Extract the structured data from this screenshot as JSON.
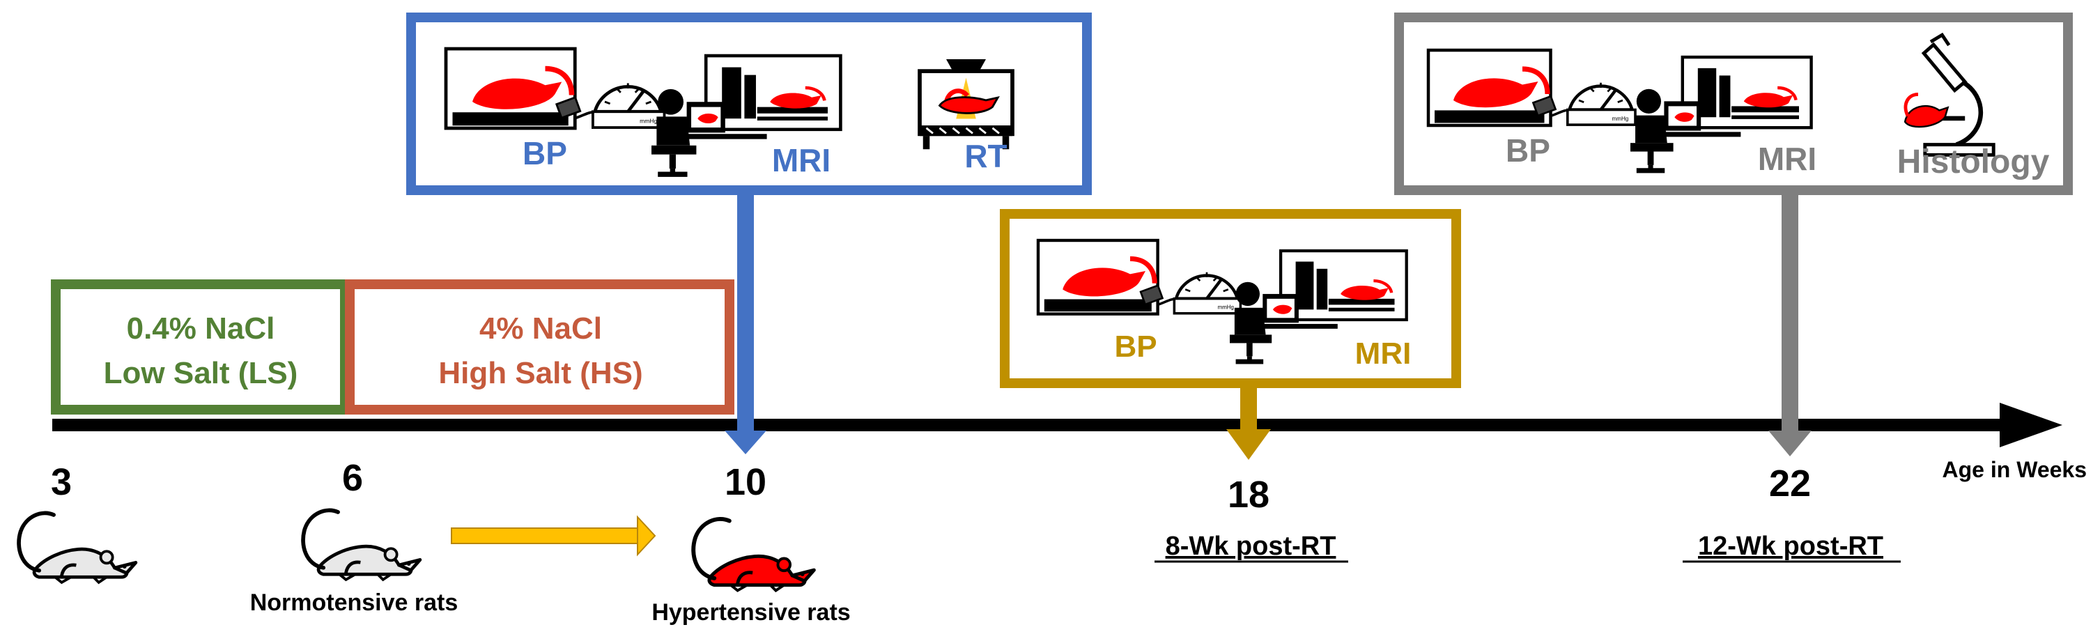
{
  "colors": {
    "green": "#538135",
    "orange": "#c55a3c",
    "blue": "#4472c4",
    "gold": "#bf9000",
    "gray": "#7f7f7f",
    "arrow_yellow": "#ffc000",
    "rat_red": "#ff0000",
    "black": "#000000"
  },
  "phases": {
    "low_salt": {
      "line1": "0.4% NaCl",
      "line2": "Low Salt (LS)"
    },
    "high_salt": {
      "line1": "4% NaCl",
      "line2": "High Salt (HS)"
    }
  },
  "stage_boxes": {
    "week10": {
      "bp": "BP",
      "mri": "MRI",
      "rt": "RT"
    },
    "week18": {
      "bp": "BP",
      "mri": "MRI"
    },
    "week22": {
      "bp": "BP",
      "mri": "MRI",
      "histology": "Histology"
    }
  },
  "timeline": {
    "axis_label": "Age in Weeks",
    "ticks": [
      {
        "week": "3",
        "caption": ""
      },
      {
        "week": "6",
        "caption": "Normotensive rats"
      },
      {
        "week": "10",
        "caption": "Hypertensive rats"
      },
      {
        "week": "18",
        "caption": "8-Wk post-RT"
      },
      {
        "week": "22",
        "caption": "12-Wk post-RT"
      }
    ]
  },
  "icons": {
    "rat_normal": "rat-icon",
    "rat_hypertensive": "red-rat-icon",
    "bp_device": "tail-cuff-bp-icon",
    "mri_operator": "mri-operator-icon",
    "rt_device": "irradiator-icon",
    "microscope": "microscope-icon"
  }
}
